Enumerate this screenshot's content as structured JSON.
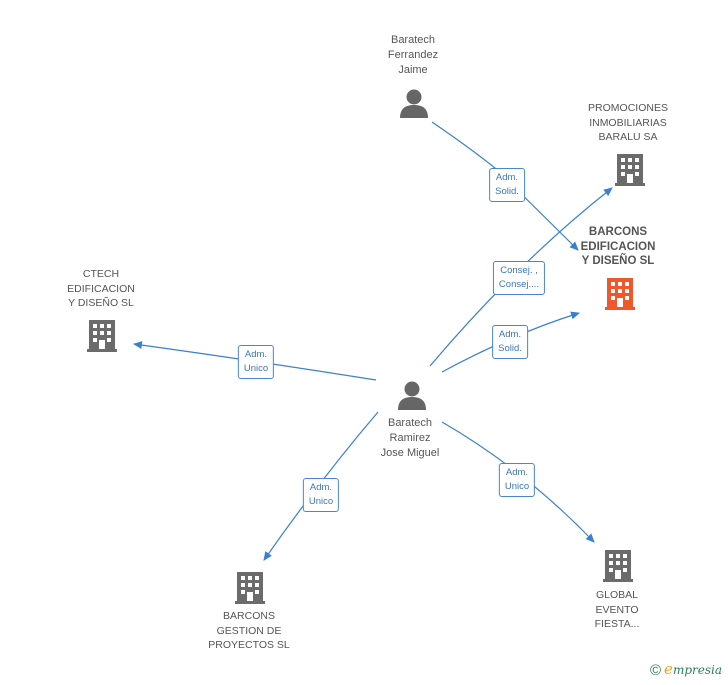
{
  "nodes": [
    {
      "id": "ferrandez",
      "kind": "person",
      "label": "Baratech\nFerrandez\nJaime"
    },
    {
      "id": "ramirez",
      "kind": "person",
      "label": "Baratech\nRamirez\nJose Miguel"
    },
    {
      "id": "promociones",
      "kind": "company",
      "label": "PROMOCIONES\nINMOBILIARIAS\nBARALU SA"
    },
    {
      "id": "barcons_edif",
      "kind": "company",
      "focus": true,
      "label": "BARCONS\nEDIFICACION\nY DISEÑO  SL"
    },
    {
      "id": "ctech",
      "kind": "company",
      "label": "CTECH\nEDIFICACION\nY DISEÑO  SL"
    },
    {
      "id": "barcons_gest",
      "kind": "company",
      "label": "BARCONS\nGESTION DE\nPROYECTOS  SL"
    },
    {
      "id": "global",
      "kind": "company",
      "label": "GLOBAL\nEVENTO\nFIESTA..."
    }
  ],
  "edges": [
    {
      "from": "ferrandez",
      "to": "barcons_edif",
      "label": "Adm.\nSolid."
    },
    {
      "from": "ramirez",
      "to": "promociones",
      "label": "Consej. ,\nConsej...."
    },
    {
      "from": "ramirez",
      "to": "barcons_edif",
      "label": "Adm.\nSolid."
    },
    {
      "from": "ramirez",
      "to": "ctech",
      "label": "Adm.\nUnico"
    },
    {
      "from": "ramirez",
      "to": "barcons_gest",
      "label": "Adm.\nUnico"
    },
    {
      "from": "ramirez",
      "to": "global",
      "label": "Adm.\nUnico"
    }
  ],
  "colors": {
    "edge": "#3a7fd0",
    "person": "#666666",
    "company": "#6b6b6b",
    "focus": "#f0582c"
  },
  "footer": {
    "copyright": "©",
    "brand_first": "e",
    "brand_rest": "mpresia"
  }
}
